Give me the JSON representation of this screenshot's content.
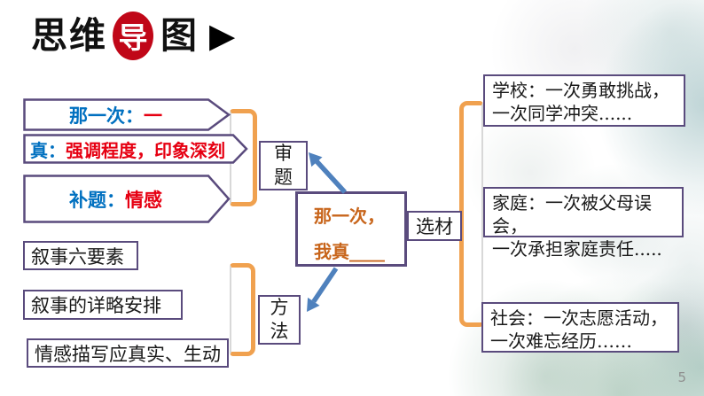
{
  "title": {
    "part1": "思维",
    "circle_char": "导",
    "part2": "图",
    "arrow_glyph": "▶"
  },
  "topic_arrows": [
    {
      "blue": "那一次：",
      "red": "一"
    },
    {
      "blue": "真：",
      "red": "强调程度，印象深刻"
    },
    {
      "blue": "补题：",
      "red": "情感"
    }
  ],
  "method_items": [
    {
      "label": "叙事六要素"
    },
    {
      "label": "叙事的详略安排"
    },
    {
      "label": "情感描写应真实、生动"
    }
  ],
  "nodes": {
    "shenti": "审题",
    "fangfa": "方法",
    "xuancai": "选材",
    "center_line1": "那一次，",
    "center_line2": "我真____"
  },
  "material_items": [
    {
      "line1": "学校：一次勇敢挑战，",
      "line2": "一次同学冲突......"
    },
    {
      "line1": "家庭：一次被父母误会，",
      "line2": "一次承担家庭责任....."
    },
    {
      "line1": "社会：一次志愿活动，",
      "line2": "一次难忘经历……"
    }
  ],
  "page": {
    "number": "5"
  },
  "colors": {
    "border_purple": "#5a4b7d",
    "text_blue": "#0070c0",
    "text_red": "#e60012",
    "bracket_orange": "#f0a14f",
    "center_orange": "#c8651b",
    "arrow_blue": "#4f81bd",
    "title_circle_red": "#c00718"
  }
}
